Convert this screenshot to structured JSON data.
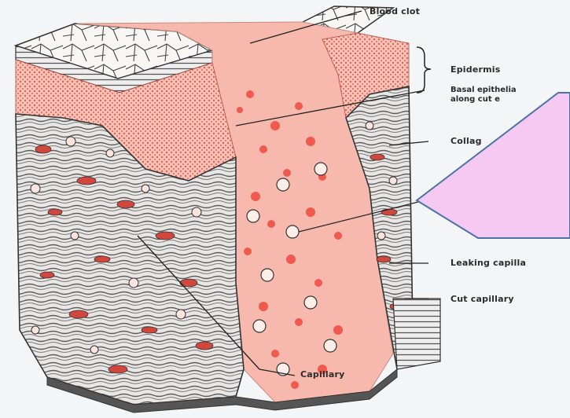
{
  "diagram": {
    "labels": {
      "blood_clot": "Blood clot",
      "epidermis": "Epidermis",
      "basal_line1": "Basal epithelia",
      "basal_line2": "along cut e",
      "collagen": "Collag",
      "leaking_capillary": "Leaking capilla",
      "cut_capillary": "Cut capillary",
      "capillary": "Capillary"
    },
    "colors": {
      "clot_pink": "#f7b9ad",
      "red_cells": "#f05a4e",
      "epidermis_dots": "#e45b4e",
      "tissue_gray": "#6b6b6b",
      "callout_fill": "#f6c9f2",
      "callout_stroke": "#4a74a6"
    }
  }
}
